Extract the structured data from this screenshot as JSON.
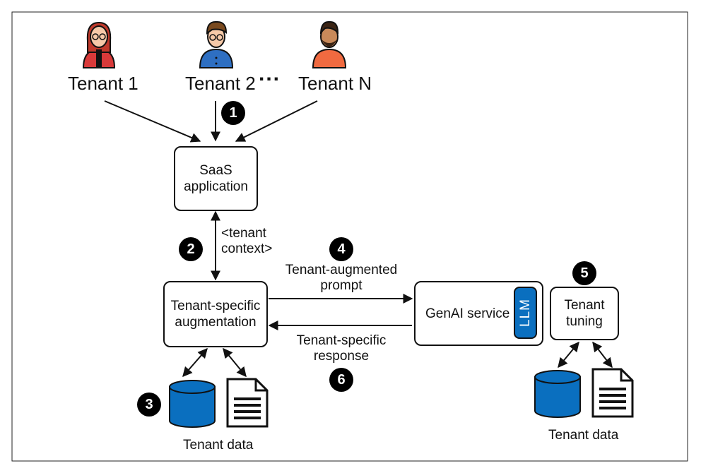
{
  "tenants": [
    {
      "label": "Tenant 1"
    },
    {
      "label": "Tenant 2"
    },
    {
      "label": "Tenant N"
    }
  ],
  "ellipsis": "...",
  "steps": [
    "1",
    "2",
    "3",
    "4",
    "5",
    "6"
  ],
  "boxes": {
    "saas_line1": "SaaS",
    "saas_line2": "application",
    "aug_line1": "Tenant-specific",
    "aug_line2": "augmentation",
    "genai": "GenAI service",
    "llm": "LLM",
    "tuning_line1": "Tenant",
    "tuning_line2": "tuning"
  },
  "arrows": {
    "context_line1": "<tenant",
    "context_line2": "context>",
    "prompt_line1": "Tenant-augmented",
    "prompt_line2": "prompt",
    "response_line1": "Tenant-specific",
    "response_line2": "response"
  },
  "data_labels": {
    "left": "Tenant data",
    "right": "Tenant data"
  },
  "colors": {
    "database_blue": "#0a6fbf",
    "tenant1_shirt": "#d93a3a",
    "tenant2_shirt": "#2e6fc2",
    "tenantN_shirt": "#f06a40"
  }
}
